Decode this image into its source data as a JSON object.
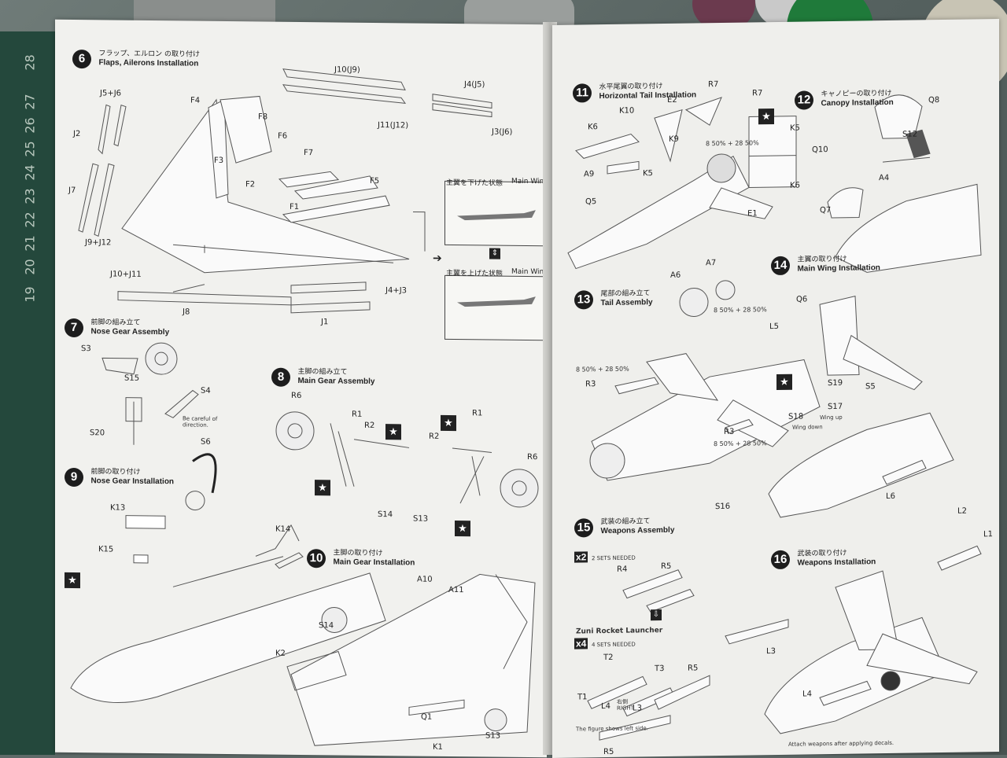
{
  "steps": [
    {
      "num": "6",
      "jp": "フラップ、エルロン の取り付け",
      "en": "Flaps, Ailerons Installation"
    },
    {
      "num": "7",
      "jp": "前脚の組み立て",
      "en": "Nose Gear Assembly"
    },
    {
      "num": "8",
      "jp": "主脚の組み立て",
      "en": "Main Gear Assembly"
    },
    {
      "num": "9",
      "jp": "前脚の取り付け",
      "en": "Nose Gear Installation"
    },
    {
      "num": "10",
      "jp": "主脚の取り付け",
      "en": "Main Gear Installation"
    },
    {
      "num": "11",
      "jp": "水平尾翼の取り付け",
      "en": "Horizontal Tail Installation"
    },
    {
      "num": "12",
      "jp": "キャノピーの取り付け",
      "en": "Canopy Installation"
    },
    {
      "num": "13",
      "jp": "尾部の組み立て",
      "en": "Tail Assembly"
    },
    {
      "num": "14",
      "jp": "主翼の取り付け",
      "en": "Main Wing Installation"
    },
    {
      "num": "15",
      "jp": "武装の組み立て",
      "en": "Weapons Assembly"
    },
    {
      "num": "16",
      "jp": "武装の取り付け",
      "en": "Weapons Installation"
    }
  ],
  "insets": {
    "wing_down_jp": "主翼を下げた状態",
    "wing_down_en": "Main Wing Down",
    "wing_up_jp": "主翼を上げた状態",
    "wing_up_en": "Main Wing Up"
  },
  "parts_left": {
    "j10_j9": "J10(J9)",
    "j4_j5": "J4(J5)",
    "j11_j12": "J11(J12)",
    "j3_j6": "J3(J6)",
    "j5_j6": "J5+J6",
    "j2": "J2",
    "j7": "J7",
    "j9_j12": "J9+J12",
    "j10_j11": "J10+J11",
    "j8": "J8",
    "j1": "J1",
    "j4_j3": "J4+J3",
    "f4": "F4",
    "f8": "F8",
    "f6": "F6",
    "f3": "F3",
    "f7": "F7",
    "f2": "F2",
    "f5": "F5",
    "f1": "F1",
    "s3": "S3",
    "s15": "S15",
    "s4": "S4",
    "s20": "S20",
    "s6": "S6",
    "r6": "R6",
    "r1": "R1",
    "r2": "R2",
    "s14": "S14",
    "s13": "S13",
    "k13": "K13",
    "k14": "K14",
    "k15": "K15",
    "k2": "K2",
    "a10": "A10",
    "a11": "A11",
    "q1": "Q1",
    "k1": "K1"
  },
  "parts_right": {
    "r7": "R7",
    "k10": "K10",
    "e2": "E2",
    "k6": "K6",
    "k9": "K9",
    "a9": "A9",
    "k5": "K5",
    "q5": "Q5",
    "e1": "E1",
    "q8": "Q8",
    "s12": "S12",
    "q10": "Q10",
    "a4": "A4",
    "q7": "Q7",
    "a6": "A6",
    "a7": "A7",
    "q6": "Q6",
    "l5": "L5",
    "r3": "R3",
    "s19": "S19",
    "s5": "S5",
    "s17": "S17",
    "s18": "S18",
    "s16": "S16",
    "l6": "L6",
    "l2": "L2",
    "l1": "L1",
    "r4": "R4",
    "r5": "R5",
    "t2": "T2",
    "t3": "T3",
    "t1": "T1",
    "l4": "L4",
    "l3": "L3",
    "right_jp": "右側",
    "right_en": "RIGHT"
  },
  "paint_mix": {
    "a": "8 50% + 28 50%"
  },
  "multipliers": {
    "x2": "x2",
    "x4": "x4"
  },
  "notes": {
    "two_sets": "2 SETS NEEDED",
    "four_sets": "4 SETS NEEDED",
    "zuni": "Zuni Rocket Launcher",
    "left_side": "The figure shows left side.",
    "careful": "Be careful of direction.",
    "wing_down": "Wing down",
    "wing_up": "Wing up",
    "attach": "Attach weapons after applying decals."
  },
  "ruler": [
    "28",
    "27",
    "26",
    "25",
    "24",
    "23",
    "22",
    "21",
    "20",
    "19"
  ],
  "colors": {
    "mat": "#24483c",
    "page": "#f1f1ee",
    "ink": "#222222"
  }
}
